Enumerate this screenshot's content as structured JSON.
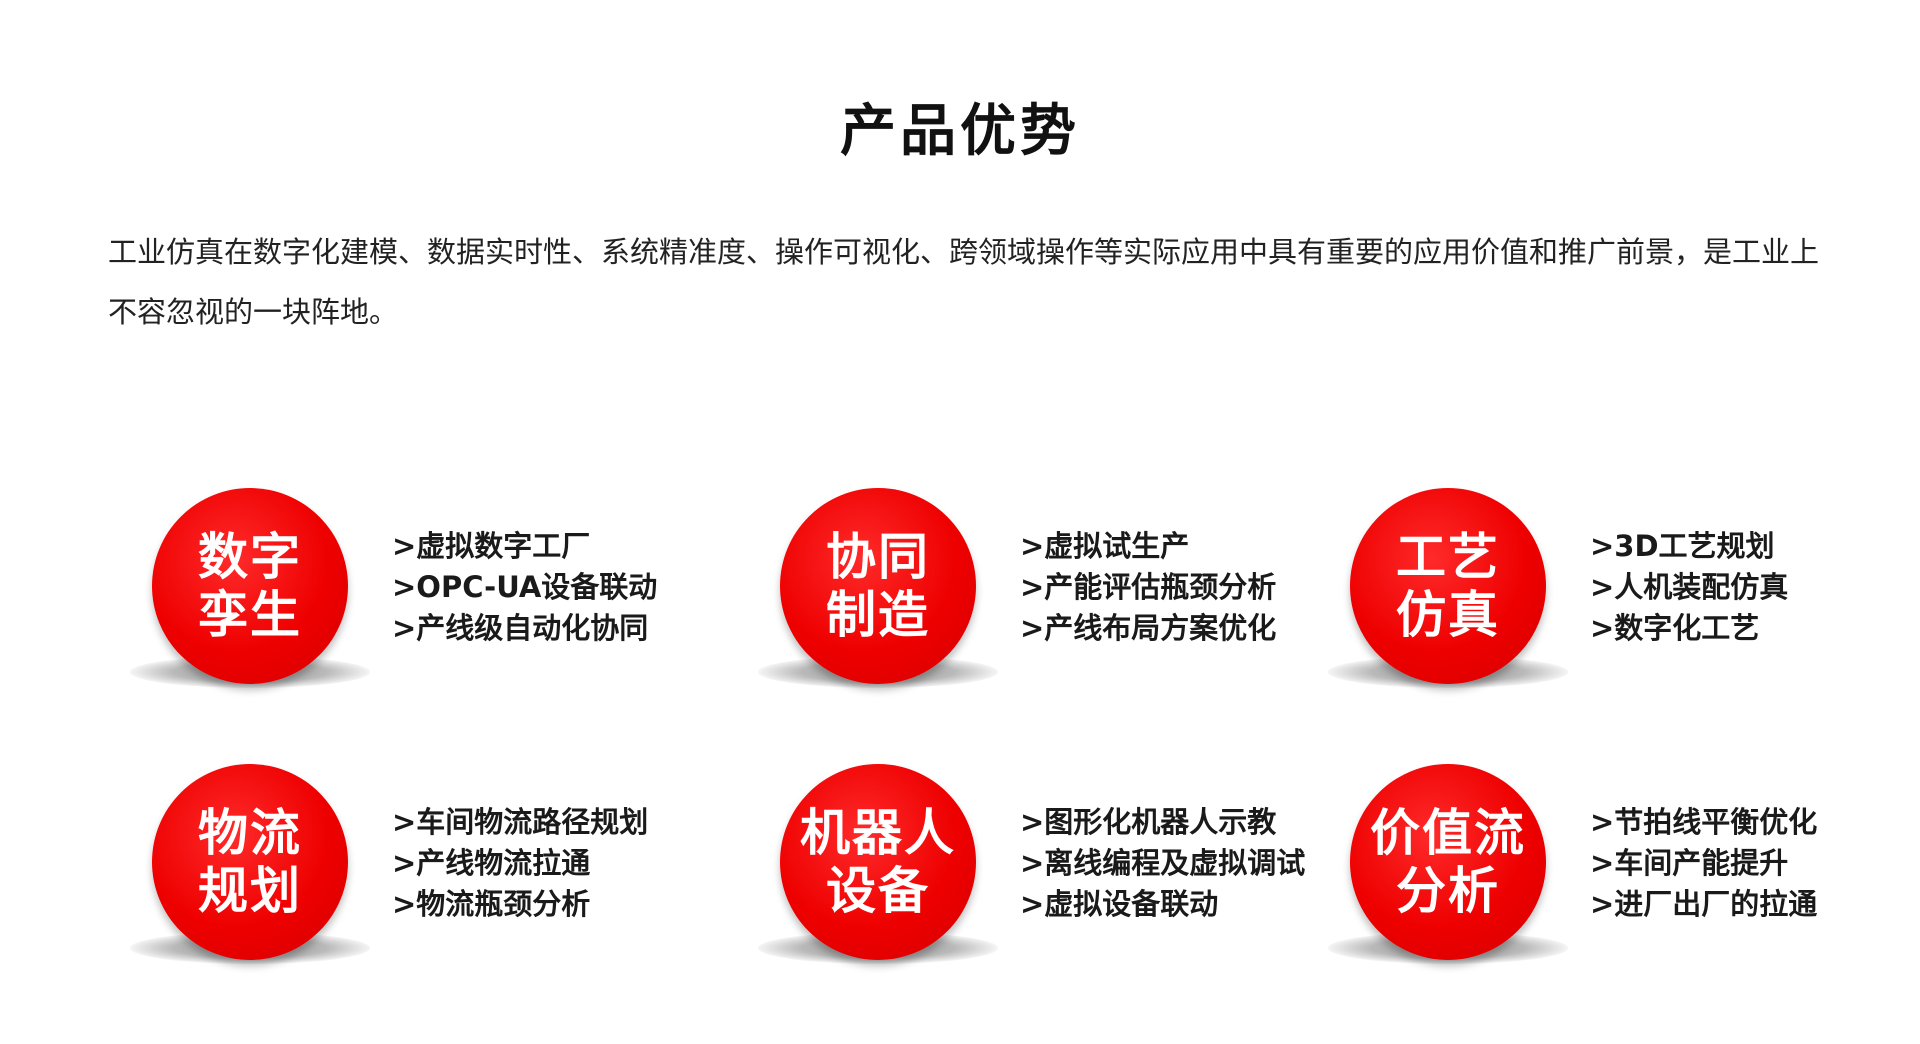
{
  "title": "产品优势",
  "intro": "工业仿真在数字化建模、数据实时性、系统精准度、操作可视化、跨领域操作等实际应用中具有重要的应用价值和推广前景，是工业上不容忽视的一块阵地。",
  "theme": {
    "accent": "#e60000",
    "text": "#1a1a1a",
    "background": "#ffffff"
  },
  "cards": [
    {
      "badge": [
        "数字",
        "孪生"
      ],
      "items": [
        ">虚拟数字工厂",
        ">OPC-UA设备联动",
        ">产线级自动化协同"
      ]
    },
    {
      "badge": [
        "协同",
        "制造"
      ],
      "items": [
        ">虚拟试生产",
        ">产能评估瓶颈分析",
        ">产线布局方案优化"
      ]
    },
    {
      "badge": [
        "工艺",
        "仿真"
      ],
      "items": [
        ">3D工艺规划",
        ">人机装配仿真",
        ">数字化工艺"
      ]
    },
    {
      "badge": [
        "物流",
        "规划"
      ],
      "items": [
        ">车间物流路径规划",
        ">产线物流拉通",
        ">物流瓶颈分析"
      ]
    },
    {
      "badge": [
        "机器人",
        "设备"
      ],
      "items": [
        ">图形化机器人示教",
        ">离线编程及虚拟调试",
        ">虚拟设备联动"
      ]
    },
    {
      "badge": [
        "价值流",
        "分析"
      ],
      "items": [
        ">节拍线平衡优化",
        ">车间产能提升",
        ">进厂出厂的拉通"
      ]
    }
  ]
}
